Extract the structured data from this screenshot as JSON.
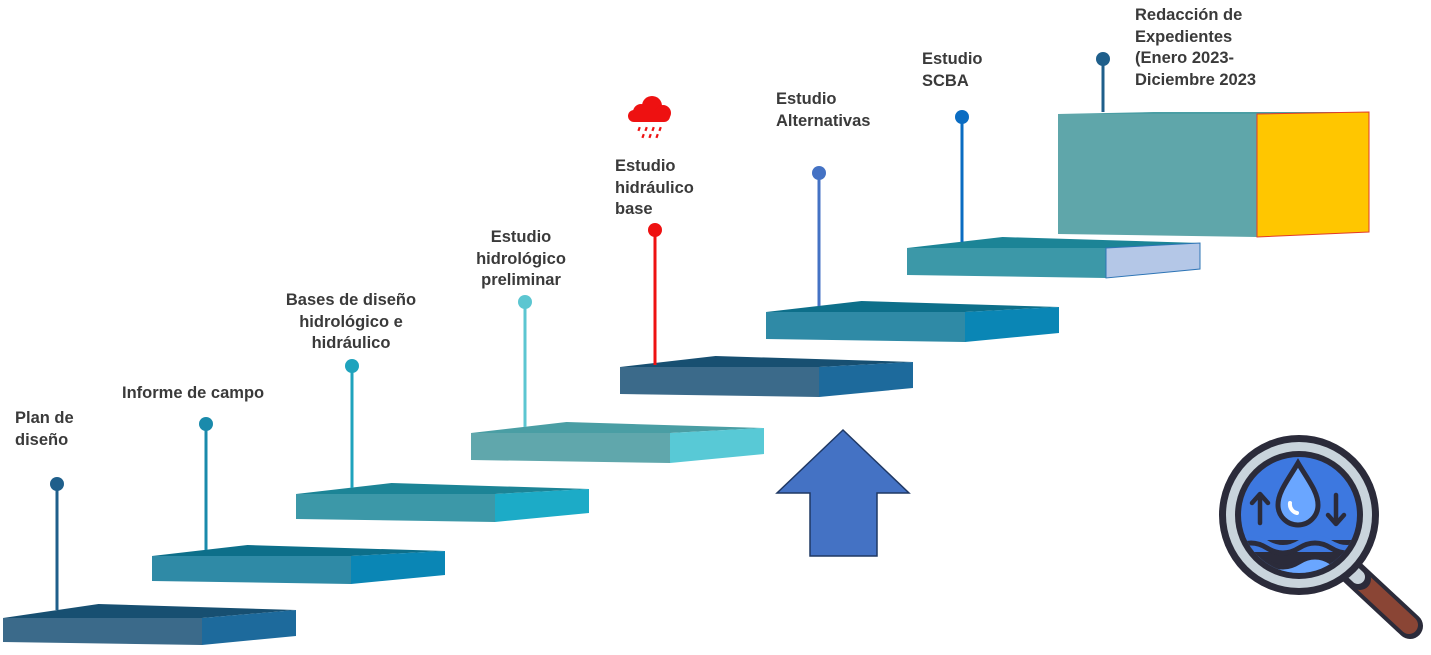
{
  "steps": [
    {
      "lines": [
        "Plan de",
        "diseño"
      ],
      "pin_color": "#1f5f8b",
      "stem_color": "#1f5f8b",
      "top": "#174f71",
      "front": "#3b6a8a",
      "side": "#1d6a9c"
    },
    {
      "lines": [
        "Informe de campo"
      ],
      "pin_color": "#1a8aab",
      "stem_color": "#1a8aab",
      "top": "#0d6f8a",
      "front": "#2f8aa6",
      "side": "#0a86b5"
    },
    {
      "lines": [
        "Bases de diseño",
        "hidrológico e",
        "hidráulico"
      ],
      "pin_color": "#1fa3bd",
      "stem_color": "#1fa3bd",
      "top": "#1c8496",
      "front": "#3c98a8",
      "side": "#1cabc7"
    },
    {
      "lines": [
        "Estudio",
        "hidrológico",
        "preliminar"
      ],
      "pin_color": "#5cc6d1",
      "stem_color": "#5cc6d1",
      "top": "#4a9ea4",
      "front": "#60a7ac",
      "side": "#58c9d6"
    },
    {
      "lines": [
        "Estudio",
        "hidráulico",
        "base"
      ],
      "pin_color": "#ee1111",
      "stem_color": "#ee1111",
      "top": "#174f71",
      "front": "#3b6a8a",
      "side": "#1d6a9c"
    },
    {
      "lines": [
        "Estudio",
        "Alternativas"
      ],
      "pin_color": "#4472c4",
      "stem_color": "#4472c4",
      "top": "#0d6f8a",
      "front": "#2f8aa6",
      "side": "#0a86b5"
    },
    {
      "lines": [
        "Estudio",
        "SCBA"
      ],
      "pin_color": "#0a6cc2",
      "stem_color": "#0a6cc2",
      "top": "#1c8496",
      "front": "#3c98a8",
      "side": "#b4c7e7"
    },
    {
      "lines": [
        "Redacción de",
        "Expedientes",
        "(Enero 2023-",
        "Diciembre 2023"
      ],
      "pin_color": "#1f5f8b",
      "stem_color": "#1f5f8b",
      "top": "#4a9ea4",
      "front": "#5fa6aa",
      "side": "#ffc600"
    }
  ],
  "colors": {
    "arrow_fill": "#4472c4",
    "arrow_stroke": "#1f3864",
    "cloud": "#ee1111",
    "label_text": "#3a3a3a",
    "block8_side_border": "#e23b2a"
  },
  "icons": {
    "rain": "rain-cloud-icon",
    "arrow": "up-arrow-icon",
    "water_search": "water-search-icon"
  }
}
